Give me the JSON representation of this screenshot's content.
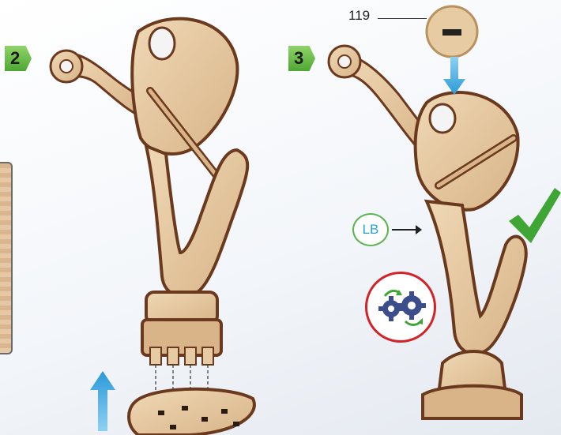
{
  "steps": [
    {
      "number": "2"
    },
    {
      "number": "3"
    }
  ],
  "callouts": {
    "part_number": "119",
    "lb_label": "LB"
  },
  "icons": {
    "up_arrow": "up-arrow-icon",
    "down_arrow": "down-arrow-icon",
    "checkmark": "checkmark-icon",
    "gears": "rotating-gears-icon"
  },
  "colors": {
    "step_badge": "#5cb53d",
    "arrow_blue": "#3aa8e0",
    "check_green": "#3fa535",
    "gear_ring": "#d2232a",
    "gear_fill": "#3b4d8a",
    "wood_light": "#e7cca3",
    "wood_dark": "#6b3a1e"
  }
}
